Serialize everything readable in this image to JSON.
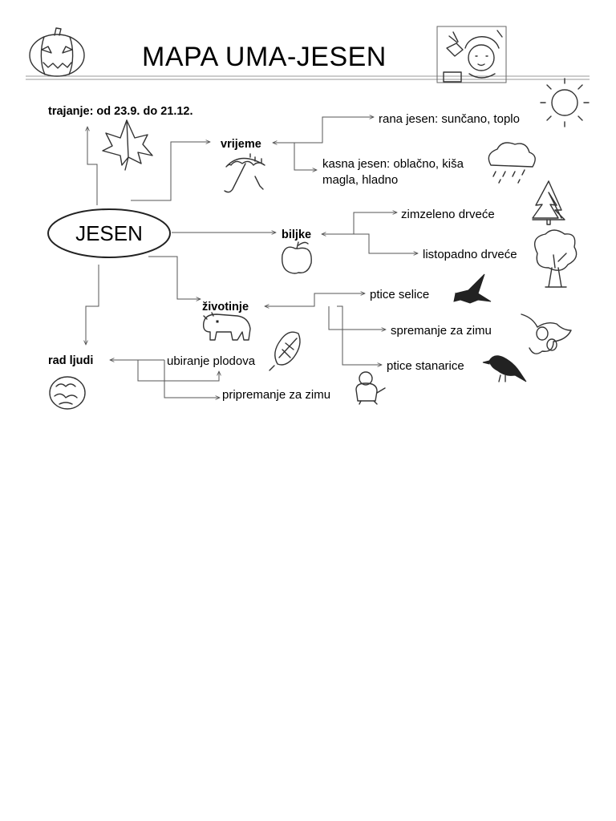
{
  "title": "MAPA UMA-JESEN",
  "center": "JESEN",
  "branches": {
    "trajanje": "trajanje: od 23.9. do 21.12.",
    "vrijeme": "vrijeme",
    "biljke": "biljke",
    "zivotinje": "životinje",
    "rad_ljudi": "rad ljudi"
  },
  "leaves": {
    "rana_jesen": "rana jesen: sunčano, toplo",
    "kasna_jesen_1": "kasna jesen: oblačno, kiša",
    "kasna_jesen_2": "magla, hladno",
    "zimzeleno": "zimzeleno drveće",
    "listopadno": "listopadno drveće",
    "ptice_selice": "ptice selice",
    "spremanje": "spremanje za zimu",
    "ptice_stanarice": "ptice stanarice",
    "ubiranje": "ubiranje plodova",
    "pripremanje": "pripremanje za zimu"
  },
  "icons": [
    "pumpkin-icon",
    "child-icon",
    "sun-icon",
    "maple-leaf-icon",
    "umbrella-icon",
    "rain-cloud-icon",
    "fir-tree-icon",
    "deciduous-tree-icon",
    "apple-icon",
    "swallow-icon",
    "bear-icon",
    "corn-icon",
    "acorn-icon",
    "blackbird-icon",
    "hedgehog-icon",
    "basket-icon"
  ]
}
